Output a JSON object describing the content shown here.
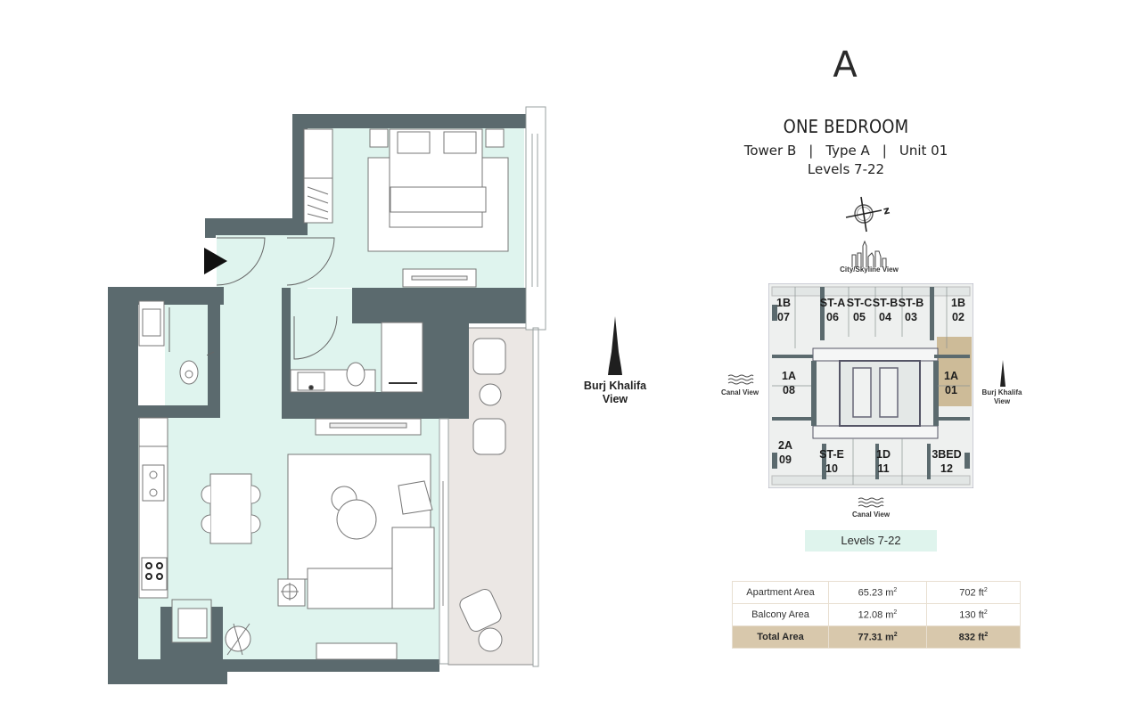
{
  "header": {
    "type_letter": "A",
    "title": "ONE BEDROOM",
    "tower": "Tower B",
    "type": "Type A",
    "unit": "Unit 01",
    "separator": "|",
    "levels": "Levels 7-22"
  },
  "colors": {
    "wall": "#5b6a6e",
    "floor": "#dff4ee",
    "balcony": "#ebe7e4",
    "highlight_unit": "#cdbb98",
    "levels_badge": "#dff4ed",
    "total_row": "#d8c8ac"
  },
  "floorplan": {
    "view_label_line1": "Burj Khalifa",
    "view_label_line2": "View",
    "icons": [
      "entrance-arrow-icon",
      "burj-khalifa-icon"
    ]
  },
  "keyplan": {
    "top_view": "City/Skyline View",
    "left_view": "Canal View",
    "bottom_view": "Canal View",
    "right_view_line1": "Burj Khalifa",
    "right_view_line2": "View",
    "highlighted_unit": "1A 01",
    "units": [
      {
        "type": "1B",
        "number": "07"
      },
      {
        "type": "ST-A",
        "number": "06"
      },
      {
        "type": "ST-C",
        "number": "05"
      },
      {
        "type": "ST-B",
        "number": "04"
      },
      {
        "type": "ST-B",
        "number": "03"
      },
      {
        "type": "1B",
        "number": "02"
      },
      {
        "type": "1A",
        "number": "08"
      },
      {
        "type": "1A",
        "number": "01"
      },
      {
        "type": "2A",
        "number": "09"
      },
      {
        "type": "ST-E",
        "number": "10"
      },
      {
        "type": "1D",
        "number": "11"
      },
      {
        "type": "3BED",
        "number": "12"
      }
    ]
  },
  "levels_badge": "Levels 7-22",
  "areas": {
    "rows": [
      {
        "label": "Apartment Area",
        "sqm": "65.23 m",
        "sqft": "702 ft"
      },
      {
        "label": "Balcony Area",
        "sqm": "12.08 m",
        "sqft": "130 ft"
      },
      {
        "label": "Total Area",
        "sqm": "77.31 m",
        "sqft": "832 ft"
      }
    ],
    "unit_sup": "2"
  }
}
